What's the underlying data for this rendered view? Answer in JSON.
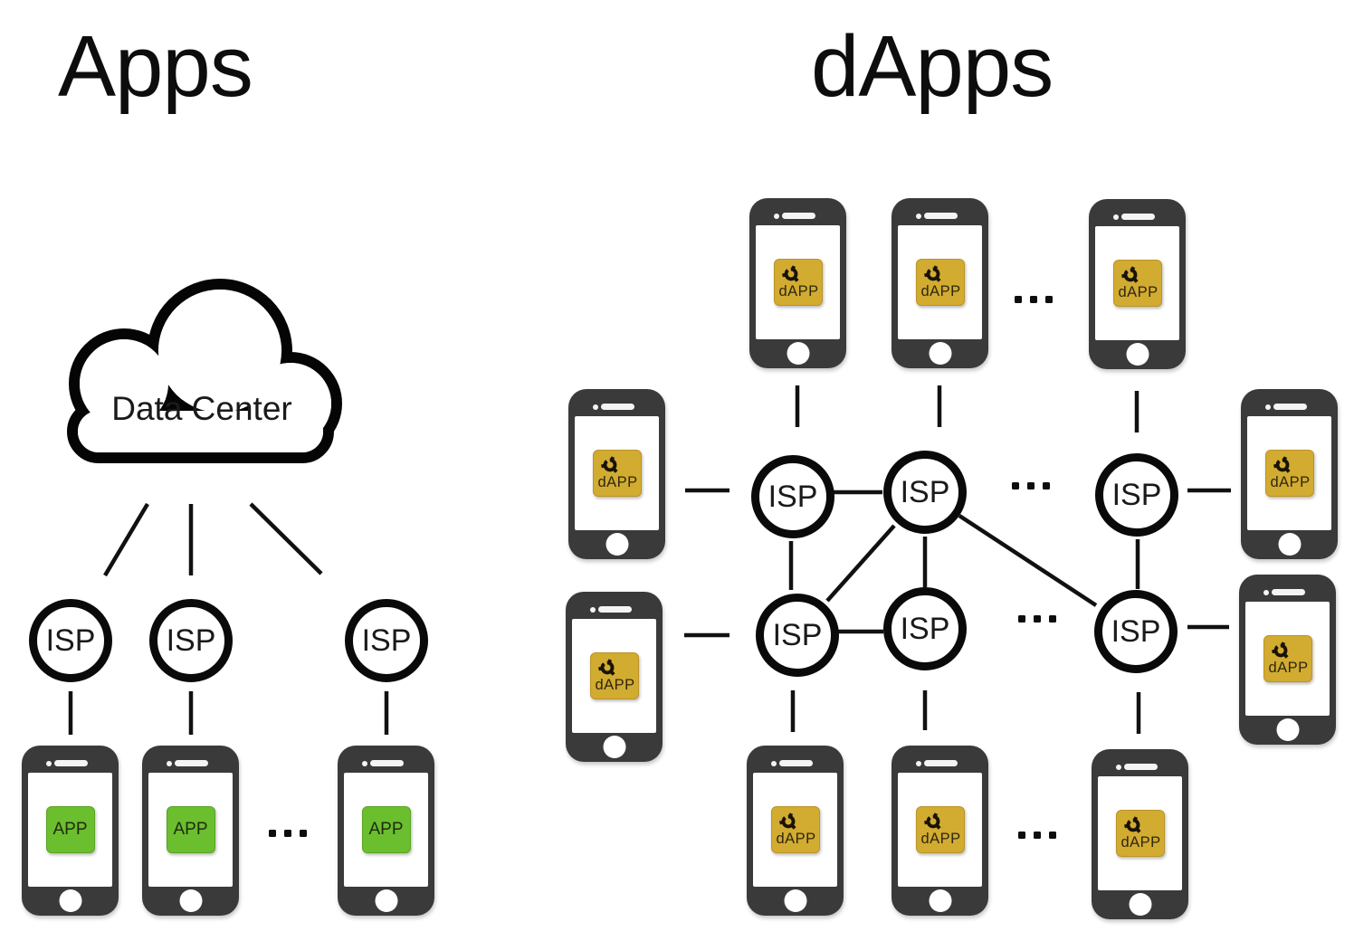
{
  "diagram": {
    "left_panel": {
      "title": "Apps",
      "cloud_label": "Data Center",
      "isp_label": "ISP",
      "app_icon_label": "APP"
    },
    "right_panel": {
      "title": "dApps",
      "isp_label": "ISP",
      "dapp_icon_label": "dAPP"
    },
    "ellipsis": ". . .",
    "colors": {
      "app_icon_green": "#6bbe2e",
      "dapp_icon_gold": "#d2ab31",
      "phone_body": "#3a3a3a",
      "wire_black": "#111111"
    },
    "icons": {
      "cloud": "data-center-cloud-icon",
      "dapp_glyph": "decentralized-network-icon",
      "phone_speaker": "speaker-icon",
      "phone_camera": "camera-dot-icon",
      "phone_home": "home-button"
    }
  }
}
